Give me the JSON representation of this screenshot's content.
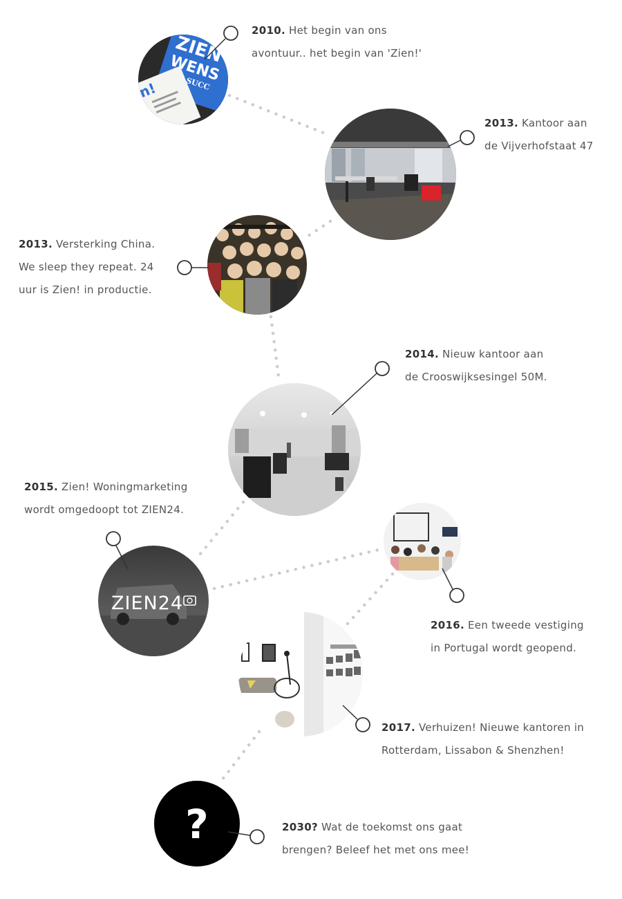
{
  "timeline": {
    "entries": [
      {
        "year": "2010.",
        "line1": "Het begin van ons",
        "line2": "avontuur.. het begin van 'Zien!'",
        "line3": ""
      },
      {
        "year": "2013.",
        "line1": "Kantoor aan",
        "line2": "de Vijverhofstaat 47",
        "line3": ""
      },
      {
        "year": "2013.",
        "line1": "Versterking China.",
        "line2": "We sleep they repeat. 24",
        "line3": "uur is Zien! in productie."
      },
      {
        "year": "2014.",
        "line1": "Nieuw kantoor aan",
        "line2": "de Crooswijksesingel 50M.",
        "line3": ""
      },
      {
        "year": "2015.",
        "line1": "Zien! Woningmarketing",
        "line2": "wordt omgedoopt tot ZIEN24.",
        "line3": ""
      },
      {
        "year": "2016.",
        "line1": "Een tweede vestiging",
        "line2": "in Portugal wordt geopend.",
        "line3": ""
      },
      {
        "year": "2017.",
        "line1": "Verhuizen! Nieuwe kantoren in",
        "line2": "Rotterdam, Lissabon & Shenzhen!",
        "line3": ""
      },
      {
        "year": "2030?",
        "line1": "Wat de toekomst ons gaat",
        "line2": "brengen? Beleef het met ons mee!",
        "line3": ""
      }
    ],
    "logo_text": "ZIEN24",
    "card_text_1": "ZIEN",
    "card_text_2": "WENS",
    "card_text_3": "EEN SUCC",
    "card_text_4": "ien!",
    "question_mark": "?"
  },
  "colors": {
    "dots": "#cccccc",
    "connector": "#333333",
    "text": "#555555",
    "year": "#333333",
    "future_circle": "#000000"
  }
}
